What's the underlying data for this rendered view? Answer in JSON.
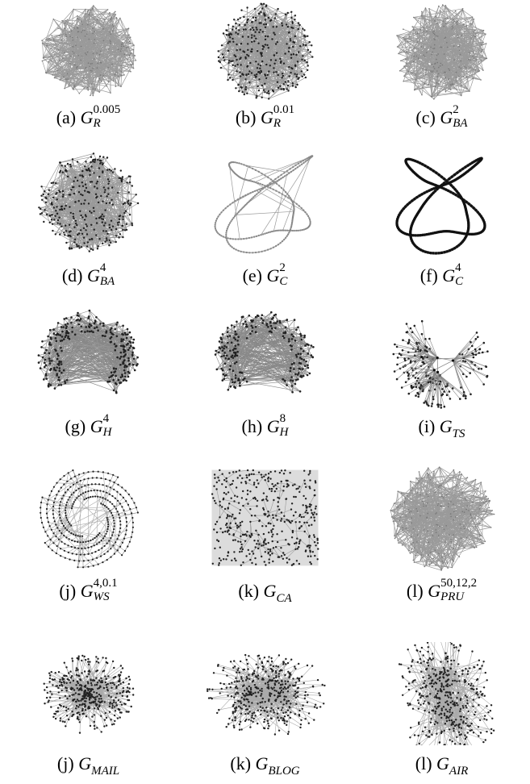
{
  "panels": [
    {
      "label": "(a)",
      "symbol": "G",
      "sub": "R",
      "sup": "0.005",
      "style": "random-light"
    },
    {
      "label": "(b)",
      "symbol": "G",
      "sub": "R",
      "sup": "0.01",
      "style": "random-dense"
    },
    {
      "label": "(c)",
      "symbol": "G",
      "sub": "BA",
      "sup": "2",
      "style": "random-light"
    },
    {
      "label": "(d)",
      "symbol": "G",
      "sub": "BA",
      "sup": "4",
      "style": "random-dense"
    },
    {
      "label": "(e)",
      "symbol": "G",
      "sub": "C",
      "sup": "2",
      "style": "circle-light"
    },
    {
      "label": "(f)",
      "symbol": "G",
      "sub": "C",
      "sup": "4",
      "style": "circle-dark"
    },
    {
      "label": "(g)",
      "symbol": "G",
      "sub": "H",
      "sup": "4",
      "style": "hyperbolic"
    },
    {
      "label": "(h)",
      "symbol": "G",
      "sub": "H",
      "sup": "8",
      "style": "hyperbolic-sparse"
    },
    {
      "label": "(i)",
      "symbol": "G",
      "sub": "TS",
      "sup": "",
      "style": "tree"
    },
    {
      "label": "(j)",
      "symbol": "G",
      "sub": "WS",
      "sup": "4,0.1",
      "style": "ws"
    },
    {
      "label": "(k)",
      "symbol": "G",
      "sub": "CA",
      "sup": "",
      "style": "square"
    },
    {
      "label": "(l)",
      "symbol": "G",
      "sub": "PRU",
      "sup": "50,12,2",
      "style": "random-light"
    },
    {
      "label": "(j)",
      "symbol": "G",
      "sub": "MAIL",
      "sup": "",
      "style": "mail"
    },
    {
      "label": "(k)",
      "symbol": "G",
      "sub": "BLOG",
      "sup": "",
      "style": "blog"
    },
    {
      "label": "(l)",
      "symbol": "G",
      "sub": "AIR",
      "sup": "",
      "style": "air"
    }
  ]
}
